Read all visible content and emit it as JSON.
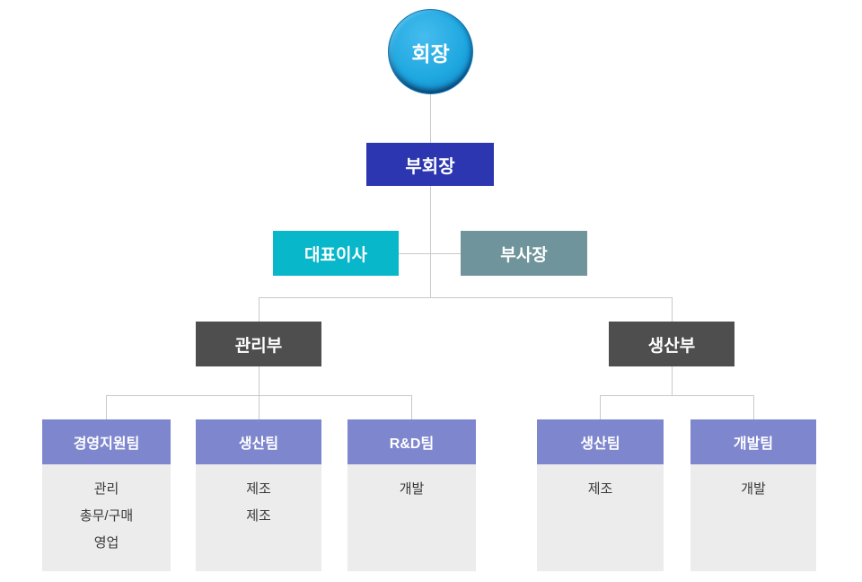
{
  "colors": {
    "chairman-fill": "#1fa8e0",
    "chairman-rim": "#0a5a94",
    "vice-chairman": "#2b36b0",
    "ceo": "#08b7c9",
    "vp": "#6f949b",
    "dept": "#4e4e4e",
    "team-header": "#7e86ce",
    "team-body": "#ececec",
    "connector": "#c9c9c9",
    "item-text": "#383838"
  },
  "org": {
    "chairman": {
      "label": "회장"
    },
    "vice_chairman": {
      "label": "부회장"
    },
    "executives": [
      {
        "label": "대표이사"
      },
      {
        "label": "부사장"
      }
    ],
    "departments": [
      {
        "label": "관리부"
      },
      {
        "label": "생산부"
      }
    ],
    "teams": [
      {
        "label": "경영지원팀",
        "items": [
          "관리",
          "총무/구매",
          "영업"
        ]
      },
      {
        "label": "생산팀",
        "items": [
          "제조",
          "제조"
        ]
      },
      {
        "label": "R&D팀",
        "items": [
          "개발"
        ]
      },
      {
        "label": "생산팀",
        "items": [
          "제조"
        ]
      },
      {
        "label": "개발팀",
        "items": [
          "개발"
        ]
      }
    ]
  }
}
